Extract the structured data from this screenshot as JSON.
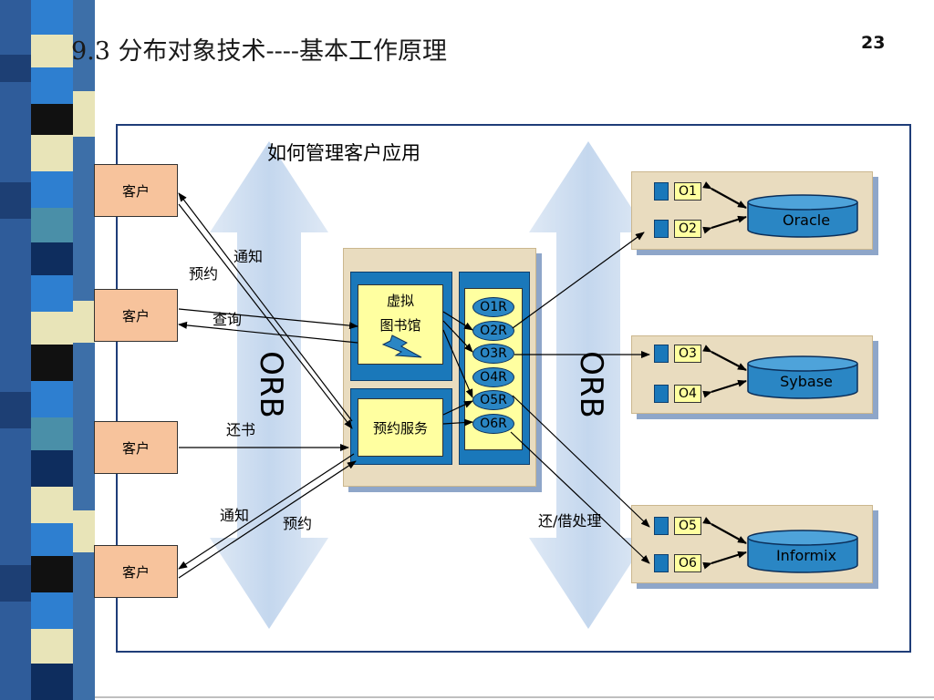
{
  "slide": {
    "title": "9.3 分布对象技术----基本工作原理",
    "page_number": "23"
  },
  "diagram": {
    "heading": "如何管理客户应用",
    "orb_label": "ORB",
    "clients": [
      "客户",
      "客户",
      "客户",
      "客户"
    ],
    "virtual_library": {
      "line1": "虚拟",
      "line2": "图书馆"
    },
    "reservation_service": "预约服务",
    "object_refs": [
      "O1R",
      "O2R",
      "O3R",
      "O4R",
      "O5R",
      "O6R"
    ],
    "databases": [
      {
        "name": "Oracle",
        "objects": [
          "O1",
          "O2"
        ]
      },
      {
        "name": "Sybase",
        "objects": [
          "O3",
          "O4"
        ]
      },
      {
        "name": "Informix",
        "objects": [
          "O5",
          "O6"
        ]
      }
    ],
    "edge_labels": {
      "notify_top": "通知",
      "reserve_top": "预约",
      "query": "查询",
      "return_book": "还书",
      "notify_bottom": "通知",
      "reserve_bottom": "预约",
      "return_borrow": "还/借处理"
    }
  },
  "colors": {
    "client_fill": "#f7c39c",
    "service_blue": "#1a78ba",
    "object_yellow": "#ffffa0",
    "panel_tan": "#e9dcbf",
    "frame": "#1f3d78"
  }
}
